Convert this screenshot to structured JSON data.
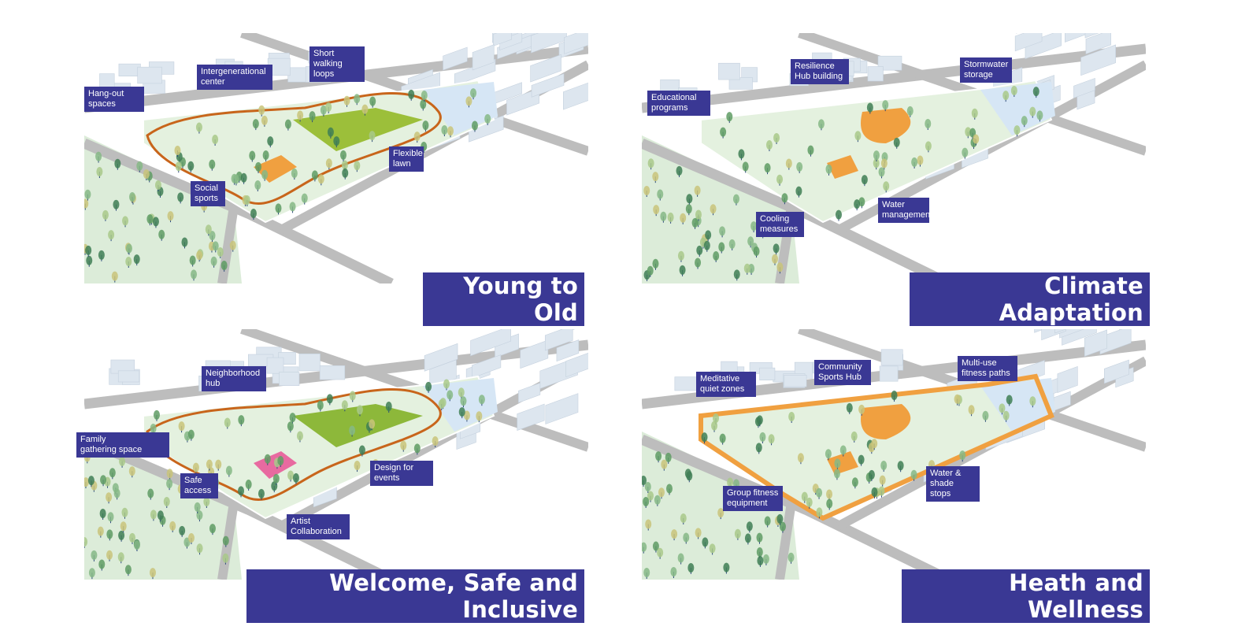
{
  "colors": {
    "label_bg": "#3a3894",
    "road": "#bdbdbd",
    "ground": "#dcecd9",
    "park": "#e4f1df",
    "lawn": "#9cbf3a",
    "orange": "#f0a040",
    "building": "#dde6ef",
    "water": "#d6e6f5"
  },
  "panels": [
    {
      "title": "Young to Old",
      "labels": [
        "Hang-out\nspaces",
        "Intergenerational\ncenter",
        "Short walking\nloops",
        "Flexible\nlawn",
        "Social\nsports"
      ]
    },
    {
      "title": "Climate Adaptation",
      "labels": [
        "Educational\nprograms",
        "Resilience\nHub building",
        "Stormwater\nstorage",
        "Water\nmanagement",
        "Cooling\nmeasures"
      ]
    },
    {
      "title": "Welcome, Safe and Inclusive",
      "labels": [
        "Neighborhood\nhub",
        "Family\ngathering space",
        "Safe\naccess",
        "Design for\nevents",
        "Artist\nCollaboration"
      ]
    },
    {
      "title": "Heath and Wellness",
      "labels": [
        "Meditative\nquiet zones",
        "Community\nSports Hub",
        "Multi-use\nfitness paths",
        "Water &\nshade stops",
        "Group fitness\nequipment"
      ]
    }
  ]
}
